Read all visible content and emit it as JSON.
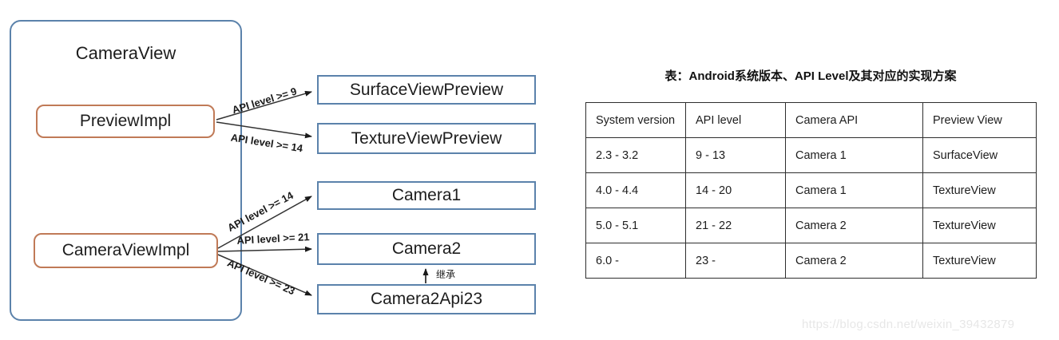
{
  "diagram": {
    "container": {
      "label": "CameraView"
    },
    "impl_boxes": {
      "preview_impl": "PreviewImpl",
      "camera_view_impl": "CameraViewImpl"
    },
    "class_boxes": {
      "surface_view_preview": "SurfaceViewPreview",
      "texture_view_preview": "TextureViewPreview",
      "camera1": "Camera1",
      "camera2": "Camera2",
      "camera2_api23": "Camera2Api23"
    },
    "arrow_labels": {
      "preview_to_surface": "API level >= 9",
      "preview_to_texture": "API level >= 14",
      "impl_to_camera1": "API level >= 14",
      "impl_to_camera2": "API level >= 21",
      "impl_to_camera2api23": "API level >= 23",
      "inherit": "继承"
    }
  },
  "table": {
    "title": "表：Android系统版本、API Level及其对应的实现方案",
    "headers": [
      "System version",
      "API level",
      "Camera API",
      "Preview View"
    ],
    "rows": [
      [
        "2.3 - 3.2",
        "9 - 13",
        "Camera 1",
        "SurfaceView"
      ],
      [
        "4.0 - 4.4",
        "14 - 20",
        "Camera 1",
        "TextureView"
      ],
      [
        "5.0 - 5.1",
        "21 - 22",
        "Camera 2",
        "TextureView"
      ],
      [
        "6.0 -",
        "23 -",
        "Camera 2",
        "TextureView"
      ]
    ]
  },
  "watermark": "https://blog.csdn.net/weixin_39432879",
  "colors": {
    "blue_border": "#5b82ab",
    "orange_border": "#c07a57",
    "line": "#333333",
    "text": "#1d1d1d",
    "watermark": "#e7e7e7"
  }
}
